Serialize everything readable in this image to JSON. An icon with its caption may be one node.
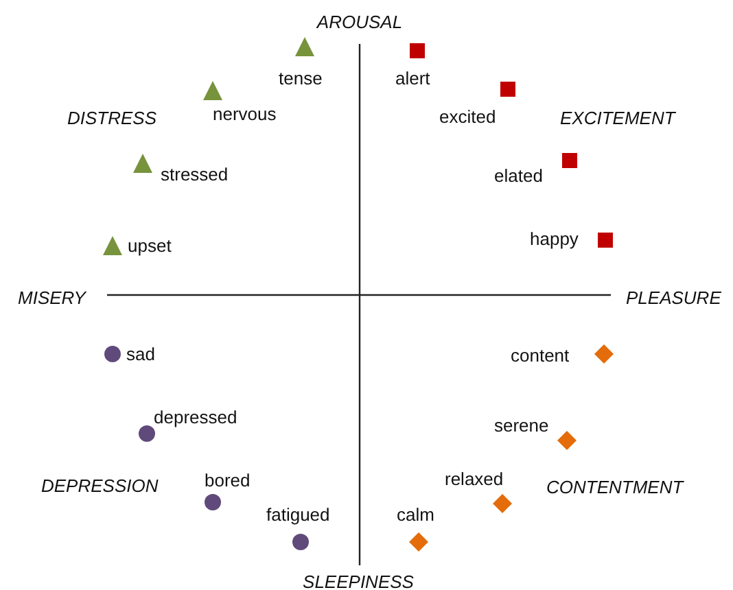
{
  "diagram": {
    "labels": [
      "AROUSAL",
      "tense",
      "alert",
      "nervous",
      "DISTRESS",
      "excited",
      "EXCITEMENT",
      "stressed",
      "elated",
      "happy",
      "upset",
      "MISERY",
      "PLEASURE",
      "sad",
      "content",
      "serene",
      "depressed",
      "relaxed",
      "DEPRESSION",
      "bored",
      "CONTENTMENT",
      "fatigued",
      "calm",
      "SLEEPINESS"
    ]
  }
}
